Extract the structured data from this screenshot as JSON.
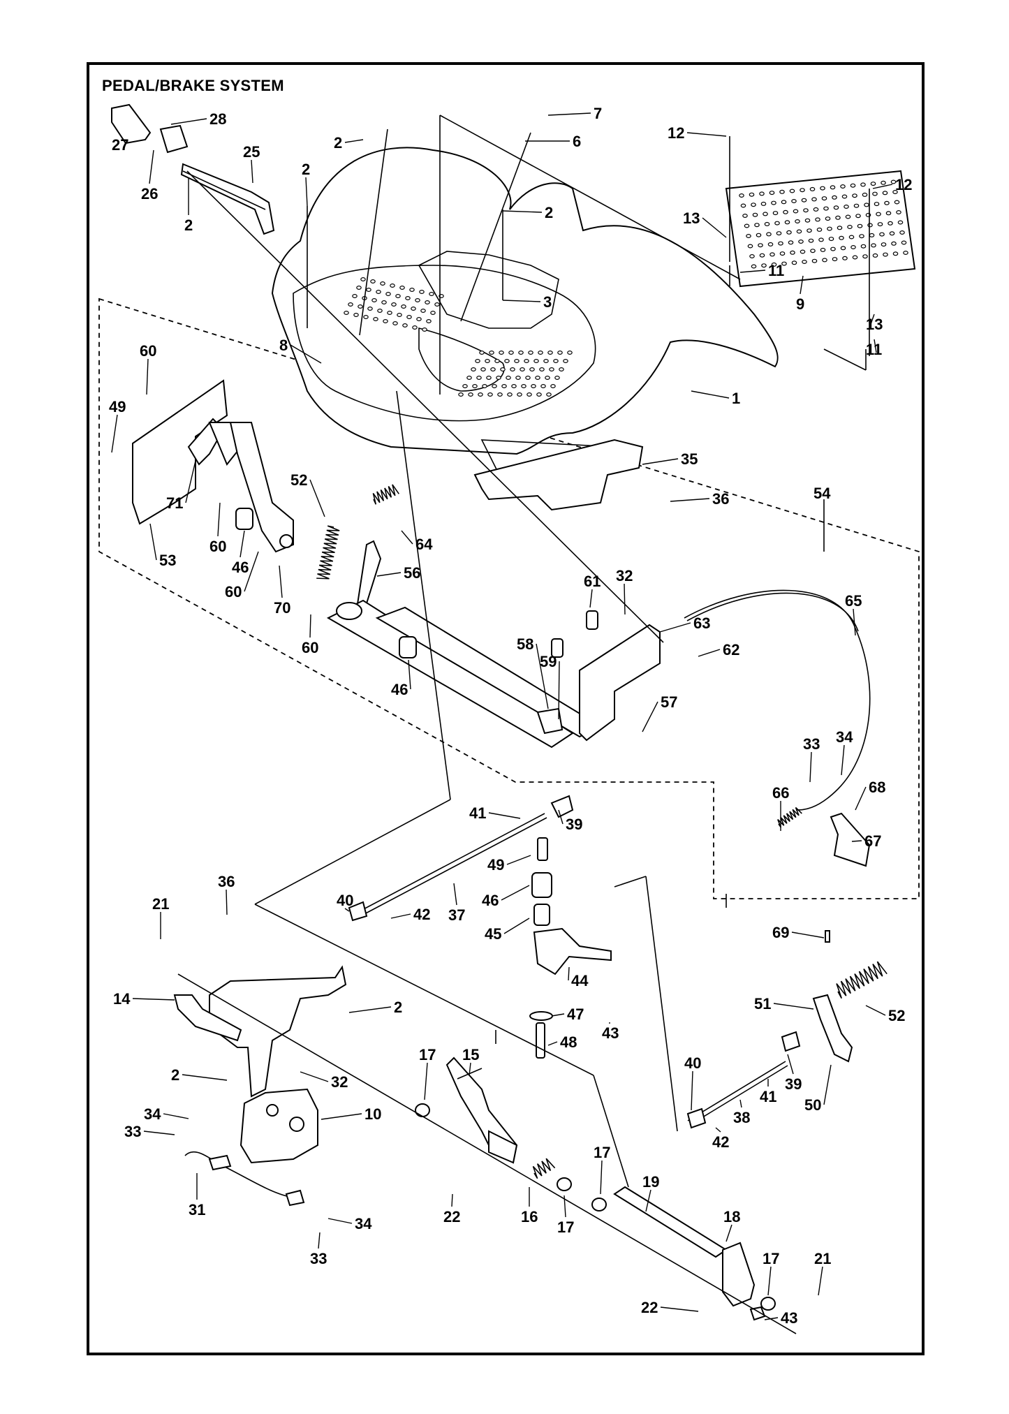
{
  "title": "PEDAL/BRAKE SYSTEM",
  "callouts": [
    {
      "id": "c27",
      "text": "27"
    },
    {
      "id": "c28",
      "text": "28"
    },
    {
      "id": "c26",
      "text": "26"
    },
    {
      "id": "c25",
      "text": "25"
    },
    {
      "id": "c2a",
      "text": "2"
    },
    {
      "id": "c2b",
      "text": "2"
    },
    {
      "id": "c2c",
      "text": "2"
    },
    {
      "id": "c2d",
      "text": "2"
    },
    {
      "id": "c7",
      "text": "7"
    },
    {
      "id": "c6",
      "text": "6"
    },
    {
      "id": "c3",
      "text": "3"
    },
    {
      "id": "c8",
      "text": "8"
    },
    {
      "id": "c1",
      "text": "1"
    },
    {
      "id": "c12a",
      "text": "12"
    },
    {
      "id": "c12b",
      "text": "12"
    },
    {
      "id": "c13a",
      "text": "13"
    },
    {
      "id": "c13b",
      "text": "13"
    },
    {
      "id": "c11a",
      "text": "11"
    },
    {
      "id": "c11b",
      "text": "11"
    },
    {
      "id": "c9",
      "text": "9"
    },
    {
      "id": "c35",
      "text": "35"
    },
    {
      "id": "c36a",
      "text": "36"
    },
    {
      "id": "c54",
      "text": "54"
    },
    {
      "id": "c60a",
      "text": "60"
    },
    {
      "id": "c49a",
      "text": "49"
    },
    {
      "id": "c71",
      "text": "71"
    },
    {
      "id": "c53",
      "text": "53"
    },
    {
      "id": "c52a",
      "text": "52"
    },
    {
      "id": "c64",
      "text": "64"
    },
    {
      "id": "c60b",
      "text": "60"
    },
    {
      "id": "c46a",
      "text": "46"
    },
    {
      "id": "c60c",
      "text": "60"
    },
    {
      "id": "c70",
      "text": "70"
    },
    {
      "id": "c56",
      "text": "56"
    },
    {
      "id": "c60d",
      "text": "60"
    },
    {
      "id": "c46b",
      "text": "46"
    },
    {
      "id": "c61",
      "text": "61"
    },
    {
      "id": "c32a",
      "text": "32"
    },
    {
      "id": "c63",
      "text": "63"
    },
    {
      "id": "c62",
      "text": "62"
    },
    {
      "id": "c65",
      "text": "65"
    },
    {
      "id": "c58",
      "text": "58"
    },
    {
      "id": "c59",
      "text": "59"
    },
    {
      "id": "c57",
      "text": "57"
    },
    {
      "id": "c33a",
      "text": "33"
    },
    {
      "id": "c34a",
      "text": "34"
    },
    {
      "id": "c66",
      "text": "66"
    },
    {
      "id": "c68",
      "text": "68"
    },
    {
      "id": "c67",
      "text": "67"
    },
    {
      "id": "c41a",
      "text": "41"
    },
    {
      "id": "c39a",
      "text": "39"
    },
    {
      "id": "c49b",
      "text": "49"
    },
    {
      "id": "c46c",
      "text": "46"
    },
    {
      "id": "c37",
      "text": "37"
    },
    {
      "id": "c40a",
      "text": "40"
    },
    {
      "id": "c42a",
      "text": "42"
    },
    {
      "id": "c45",
      "text": "45"
    },
    {
      "id": "c44",
      "text": "44"
    },
    {
      "id": "c43a",
      "text": "43"
    },
    {
      "id": "c47",
      "text": "47"
    },
    {
      "id": "c48",
      "text": "48"
    },
    {
      "id": "c21a",
      "text": "21"
    },
    {
      "id": "c36b",
      "text": "36"
    },
    {
      "id": "c14",
      "text": "14"
    },
    {
      "id": "c2e",
      "text": "2"
    },
    {
      "id": "c2f",
      "text": "2"
    },
    {
      "id": "c32b",
      "text": "32"
    },
    {
      "id": "c10",
      "text": "10"
    },
    {
      "id": "c34b",
      "text": "34"
    },
    {
      "id": "c33b",
      "text": "33"
    },
    {
      "id": "c31",
      "text": "31"
    },
    {
      "id": "c34c",
      "text": "34"
    },
    {
      "id": "c33c",
      "text": "33"
    },
    {
      "id": "c17a",
      "text": "17"
    },
    {
      "id": "c15",
      "text": "15"
    },
    {
      "id": "c22a",
      "text": "22"
    },
    {
      "id": "c16",
      "text": "16"
    },
    {
      "id": "c17b",
      "text": "17"
    },
    {
      "id": "c17c",
      "text": "17"
    },
    {
      "id": "c19",
      "text": "19"
    },
    {
      "id": "c18",
      "text": "18"
    },
    {
      "id": "c17d",
      "text": "17"
    },
    {
      "id": "c21b",
      "text": "21"
    },
    {
      "id": "c22b",
      "text": "22"
    },
    {
      "id": "c43b",
      "text": "43"
    },
    {
      "id": "c69",
      "text": "69"
    },
    {
      "id": "c51",
      "text": "51"
    },
    {
      "id": "c52b",
      "text": "52"
    },
    {
      "id": "c40b",
      "text": "40"
    },
    {
      "id": "c41b",
      "text": "41"
    },
    {
      "id": "c39b",
      "text": "39"
    },
    {
      "id": "c38",
      "text": "38"
    },
    {
      "id": "c42b",
      "text": "42"
    },
    {
      "id": "c50",
      "text": "50"
    }
  ]
}
